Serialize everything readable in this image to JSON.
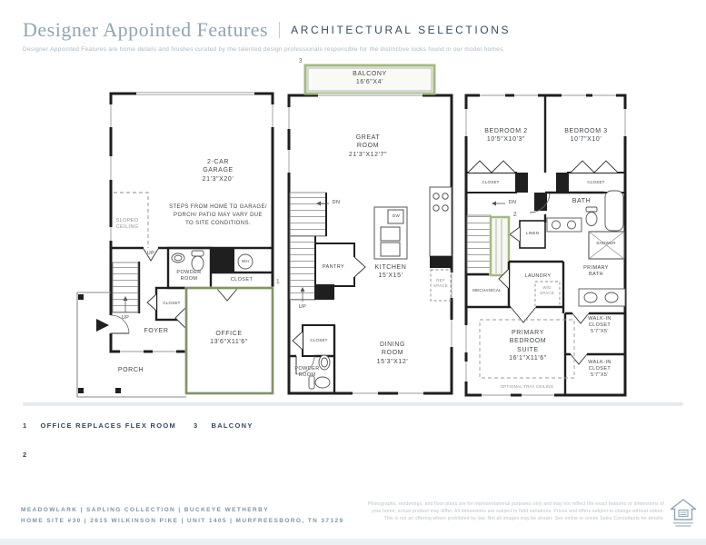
{
  "header": {
    "title": "Designer Appointed Features",
    "tag": "ARCHITECTURAL SELECTIONS",
    "description": "Designer Appointed Features are home details and finishes curated by the talented design professionals responsible for the distinctive looks found in our model homes."
  },
  "floorplans": {
    "plan1": {
      "marker": "1",
      "garage": "2-CAR\nGARAGE\n21'3\"X20'",
      "steps_note": "STEPS FROM HOME TO GARAGE/\nPORCH/ PATIO MAY VARY DUE\nTO SITE CONDITIONS.",
      "sloped_ceiling": "SLOPED\nCEILING",
      "up_entry": "UP",
      "up_stairs": "UP",
      "powder_room": "POWDER\nROOM",
      "water_heater": "WH",
      "closet_hall": "CLOSET",
      "closet_foyer": "CLOSET",
      "office": "OFFICE\n13'6\"X11'6\"",
      "foyer": "FOYER",
      "porch": "PORCH"
    },
    "plan2": {
      "marker": "3",
      "balcony": "BALCONY\n16'6\"X4'",
      "great_room": "GREAT\nROOM\n21'3\"X12'7\"",
      "dn": "DN",
      "pantry": "PANTRY",
      "up": "UP",
      "kitchen": "KITCHEN\n15'X15'",
      "dishwasher": "DW",
      "ref_space": "REF\nSPACE",
      "closet": "CLOSET",
      "powder_room": "POWDER\nROOM",
      "dining_room": "DINING\nROOM\n15'3\"X12'"
    },
    "plan3": {
      "marker": "2",
      "bedroom2": "BEDROOM 2\n10'5\"X10'3\"",
      "bedroom3": "BEDROOM 3\n10'7\"X10'",
      "closet_bed2": "CLOSET",
      "closet_bed3": "CLOSET",
      "bath": "BATH",
      "dn": "DN",
      "linen": "LINEN",
      "shower": "SHOWER",
      "mechanical": "MECHANICAL",
      "laundry": "LAUNDRY",
      "wd_space": "W/D\nSPACE",
      "primary_bath": "PRIMARY\nBATH",
      "walkin_closet_1": "WALK-IN\nCLOSET\n5'7\"X5'",
      "walkin_closet_2": "WALK-IN\nCLOSET\n5'7\"X5'",
      "primary_suite": "PRIMARY\nBEDROOM\nSUITE\n16'1\"X11'6\"",
      "tray_ceiling": "OPTIONAL TRAY CEILING"
    }
  },
  "legend": {
    "items": [
      {
        "num": "1",
        "label": "OFFICE REPLACES FLEX ROOM"
      },
      {
        "num": "2",
        "label": ""
      },
      {
        "num": "3",
        "label": "BALCONY"
      }
    ]
  },
  "footer": {
    "community": "MEADOWLARK  |  SAPLING COLLECTION  |  BUCKEYE WETHERBY",
    "address": "HOME SITE #30  |  2615 WILKINSON PIKE  |  UNIT 1405  |  MURFREESBORO, TN 37129",
    "disclaimer": "Photographs, renderings, and floor plans are for representational purposes only and may not reflect the exact features or dimensions of\nyour home; actual product may differ. All dimensions are subject to field variations. Prices and offers subject to change without notice.\nThis is not an offering where prohibited by law. Not all images may be shown. See online or onsite Sales Consultants for details.",
    "equal_housing_icon": "equal-housing-opportunity-logo"
  },
  "colors": {
    "accent_green": "#a3ba82",
    "navy": "#33475c",
    "title_blue": "#8fa6b2",
    "wall": "#1f1f1f"
  }
}
